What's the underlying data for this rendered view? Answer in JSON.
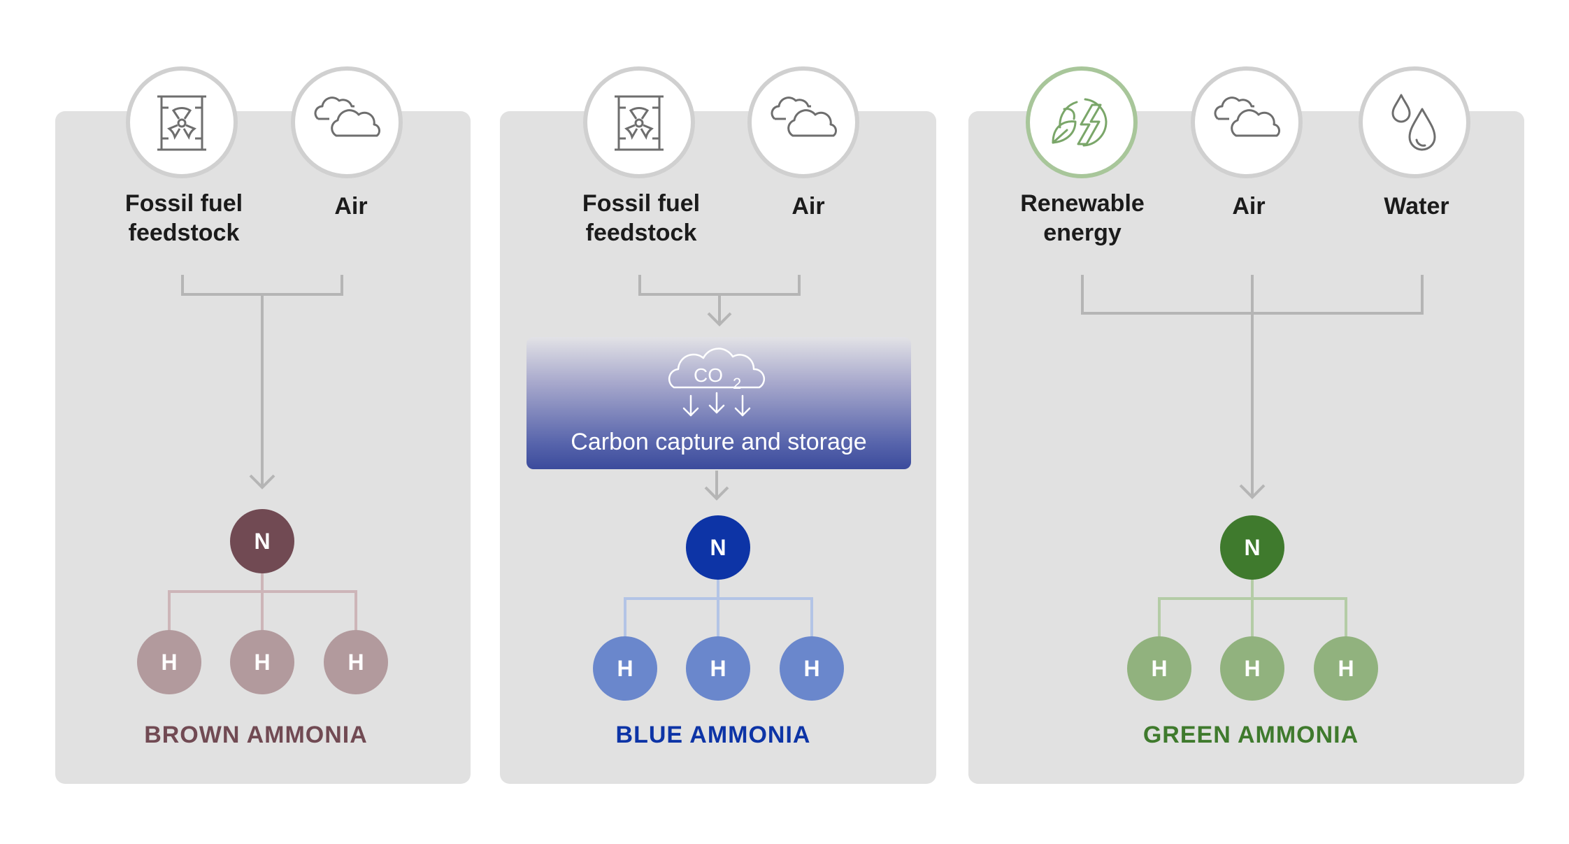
{
  "panels": [
    {
      "inputs": [
        {
          "label_line1": "Fossil fuel",
          "label_line2": "feedstock",
          "icon": "barrel-radiation-icon"
        },
        {
          "label_line1": "Air",
          "label_line2": "",
          "icon": "cloud-icon"
        }
      ],
      "atom_n": "N",
      "atom_h": [
        "H",
        "H",
        "H"
      ],
      "title": "BROWN AMMONIA",
      "colors": {
        "n": "#714a53",
        "h": "#b29a9d",
        "connector": "#cdb5b8",
        "title": "#714a53"
      }
    },
    {
      "inputs": [
        {
          "label_line1": "Fossil fuel",
          "label_line2": "feedstock",
          "icon": "barrel-radiation-icon"
        },
        {
          "label_line1": "Air",
          "label_line2": "",
          "icon": "cloud-icon"
        }
      ],
      "process": {
        "label": "Carbon capture and storage",
        "icon_text": "CO",
        "icon_sub": "2",
        "icon": "co2-cloud-capture-icon"
      },
      "atom_n": "N",
      "atom_h": [
        "H",
        "H",
        "H"
      ],
      "title": "BLUE AMMONIA",
      "colors": {
        "n": "#0d34a6",
        "h": "#6a87cc",
        "connector": "#b3c4e6",
        "title": "#0d34a6"
      }
    },
    {
      "inputs": [
        {
          "label_line1": "Renewable",
          "label_line2": "energy",
          "icon": "leaf-lightning-icon"
        },
        {
          "label_line1": "Air",
          "label_line2": "",
          "icon": "cloud-icon"
        },
        {
          "label_line1": "Water",
          "label_line2": "",
          "icon": "water-drops-icon"
        }
      ],
      "atom_n": "N",
      "atom_h": [
        "H",
        "H",
        "H"
      ],
      "title": "GREEN AMMONIA",
      "colors": {
        "n": "#3f7a2d",
        "h": "#91b27e",
        "connector": "#b4cca6",
        "title": "#3f7a2d"
      }
    }
  ]
}
